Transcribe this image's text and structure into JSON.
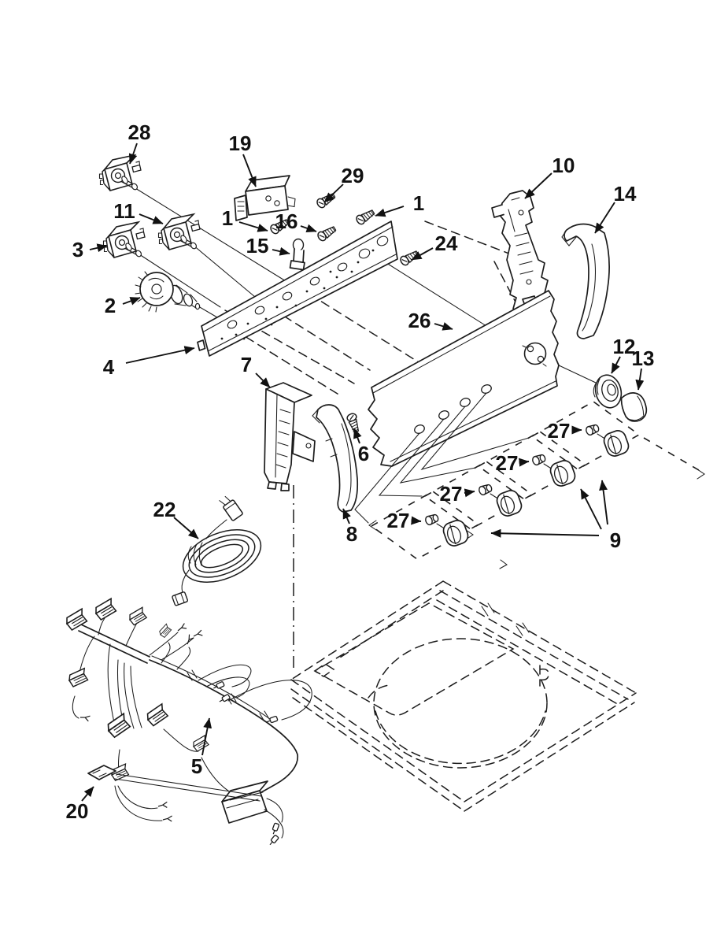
{
  "page": {
    "type": "scanned exploded parts diagram",
    "subject": "Washing machine console and control parts",
    "colors": {
      "background": "#ffffff",
      "ink": "#1c1c1c",
      "label": "#111111"
    }
  },
  "diagram": {
    "callouts": [
      {
        "label": "28"
      },
      {
        "label": "19"
      },
      {
        "label": "29"
      },
      {
        "label": "1"
      },
      {
        "label": "10"
      },
      {
        "label": "14"
      },
      {
        "label": "11"
      },
      {
        "label": "1"
      },
      {
        "label": "16"
      },
      {
        "label": "3"
      },
      {
        "label": "15"
      },
      {
        "label": "24"
      },
      {
        "label": "2"
      },
      {
        "label": "26"
      },
      {
        "label": "12"
      },
      {
        "label": "13"
      },
      {
        "label": "4"
      },
      {
        "label": "7"
      },
      {
        "label": "6"
      },
      {
        "label": "27"
      },
      {
        "label": "27"
      },
      {
        "label": "27"
      },
      {
        "label": "27"
      },
      {
        "label": "9"
      },
      {
        "label": "8"
      },
      {
        "label": "22"
      },
      {
        "label": "5"
      },
      {
        "label": "20"
      }
    ]
  }
}
